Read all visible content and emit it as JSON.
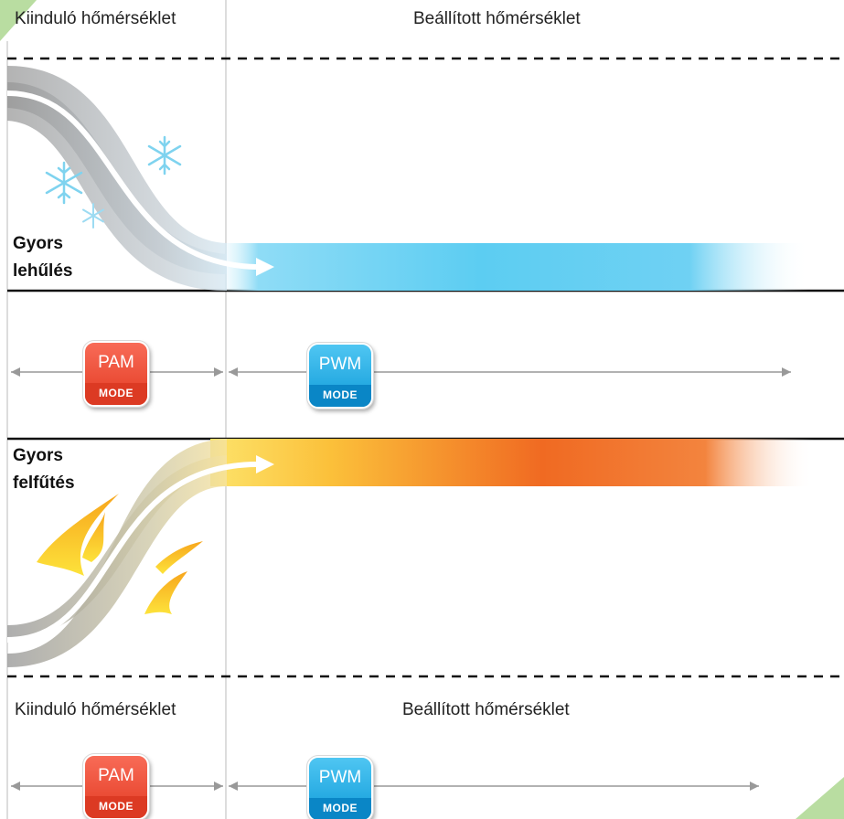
{
  "top": {
    "start_label": "Kiinduló hőmérséklet",
    "target_label": "Beállított hőmérséklet"
  },
  "cooling": {
    "line1": "Gyors",
    "line2": "lehűlés"
  },
  "heating": {
    "line1": "Gyors",
    "line2": "felfűtés"
  },
  "bottom": {
    "start_label": "Kiinduló hőmérséklet",
    "target_label": "Beállított hőmérséklet"
  },
  "badges": {
    "pam_label": "PAM",
    "pwm_label": "PWM",
    "mode_label": "MODE"
  },
  "colors": {
    "cool": "#5ccdf2",
    "heat_light": "#fcd23a",
    "heat_dark": "#f06a22",
    "pam": "#e84a31",
    "pwm": "#1aa6e0"
  },
  "icons": [
    "snowflake-icon",
    "flame-icon",
    "arrow-icon"
  ]
}
